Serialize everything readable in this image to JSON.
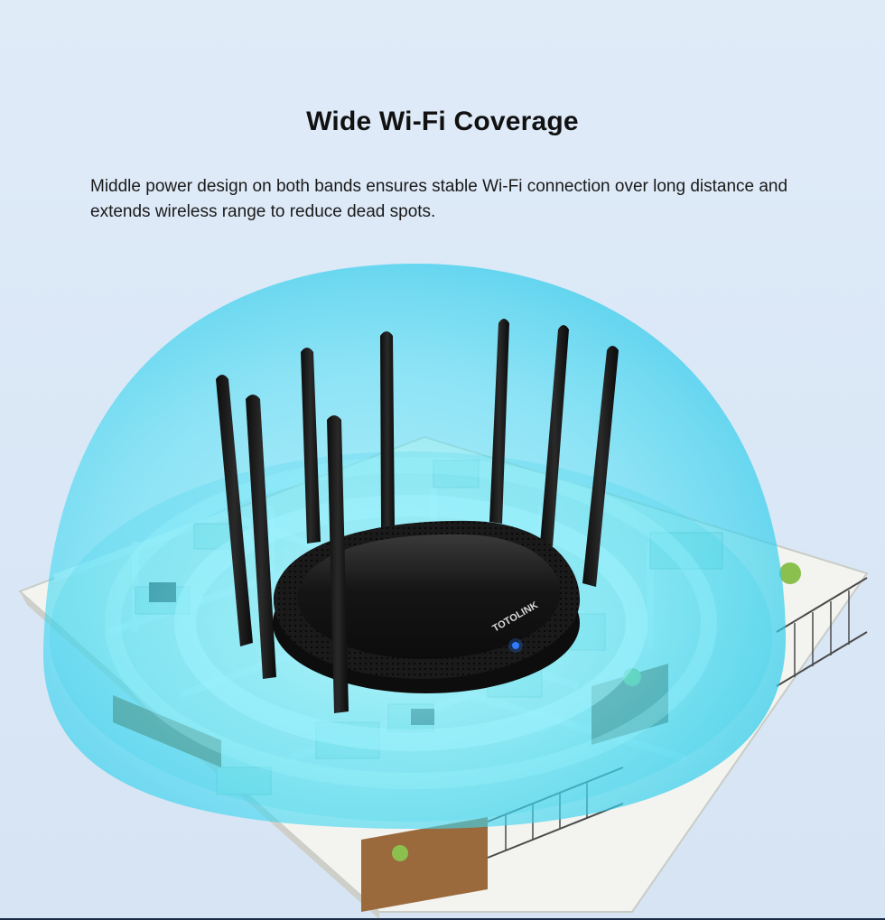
{
  "heading": {
    "title": "Wide Wi-Fi Coverage",
    "description": "Middle power design on both bands ensures stable Wi-Fi connection over long distance and extends wireless range to reduce dead spots."
  },
  "illustration": {
    "router_logo": "TOTOLINK",
    "colors": {
      "background": "#dbe8f7",
      "coverage_dome": "#35d6ee",
      "router_body": "#141414",
      "status_led": "#2f7dff",
      "floor_walls": "#eef2f1",
      "wood_fence": "#9b6a3c"
    }
  }
}
